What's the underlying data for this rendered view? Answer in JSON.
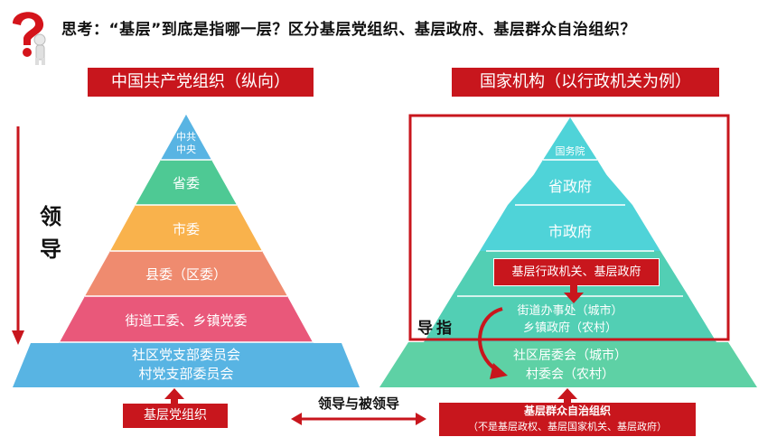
{
  "title": "思考：“基层”到底是指哪一层？区分基层党组织、基层政府、基层群众自治组织？",
  "left": {
    "banner": "中国共产党组织（纵向）",
    "levels": [
      {
        "line1": "中共",
        "line2": "中央"
      },
      {
        "line1": "省委"
      },
      {
        "line1": "市委"
      },
      {
        "line1": "县委（区委）"
      },
      {
        "line1": "街道工委、乡镇党委"
      },
      {
        "line1": "社区党支部委员会",
        "line2": "村党支部委员会"
      }
    ],
    "arrow_label": "领导",
    "bottom_tag": "基层党组织"
  },
  "right": {
    "banner": "国家机构（以行政机关为例）",
    "levels": [
      {
        "line1": "国务院"
      },
      {
        "line1": "省政府"
      },
      {
        "line1": "市政府"
      },
      {
        "line1": ""
      },
      {
        "line1": "街道办事处（城市）",
        "line2": "乡镇政府（农村）"
      },
      {
        "line1": "社区居委会（城市）",
        "line2": "村委会（农村）"
      }
    ],
    "gov_tag": "基层行政机关、基层政府",
    "guide_label": "导指",
    "bottom_tag_line1": "基层群众自治组织",
    "bottom_tag_line2": "（不是基层政权、基层国家机关、基层政府）"
  },
  "middle_label": "领导与被领导",
  "colors": {
    "red": "#c8161d",
    "sky": "#58b4e3",
    "green": "#4ec994",
    "orange": "#f9b24c",
    "salmon": "#ef8b6f",
    "pink": "#e9587a",
    "cyan": "#4fd3d8",
    "teal": "#52cfb4",
    "mint": "#5ed1a5"
  }
}
